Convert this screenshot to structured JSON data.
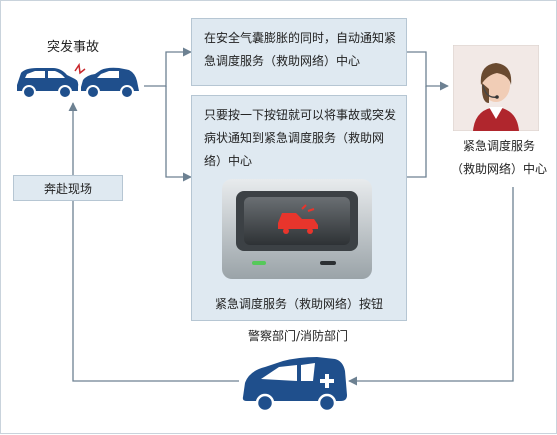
{
  "nodes": {
    "accident_label": "突发事故",
    "rush_to_scene": "奔赴现场",
    "auto_notify": "在安全气囊膨胀的同时，自动通知紧急调度服务（救助网络）中心",
    "manual_notify": "只要按一下按钮就可以将事故或突发病状通知到紧急调度服务（救助网络）中心",
    "button_caption": "紧急调度服务（救助网络）按钮",
    "dispatch_center_line1": "紧急调度服务",
    "dispatch_center_line2": "（救助网络）中心",
    "police_fire": "警察部门/消防部门"
  },
  "colors": {
    "line": "#6d8192",
    "box_fill": "#dfe9f1",
    "box_border": "#b6c6d3",
    "vehicle": "#1f4f8c",
    "button_red": "#e8352c",
    "led_green": "#56c95a"
  },
  "icons": [
    "crashed-cars-icon",
    "operator-photo",
    "emergency-button-image",
    "ambulance-icon"
  ]
}
